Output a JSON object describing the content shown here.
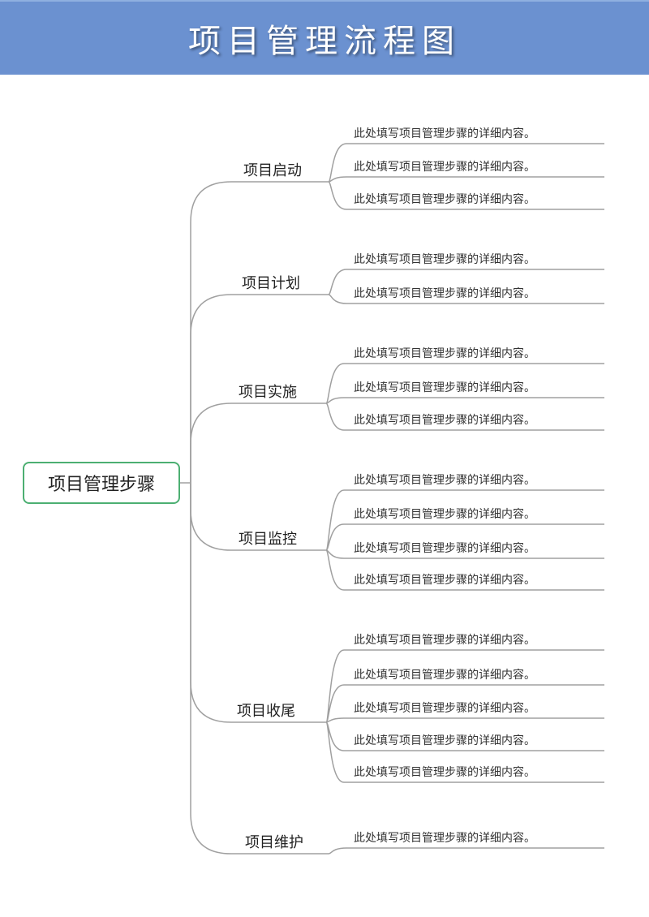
{
  "title": "项目管理流程图",
  "root": "项目管理步骤",
  "colors": {
    "header": "#6b91d0",
    "root_border": "#4caf72",
    "line": "#a0a0a0"
  },
  "branches": [
    {
      "label": "项目启动",
      "leaves": [
        "此处填写项目管理步骤的详细内容。",
        "此处填写项目管理步骤的详细内容。",
        "此处填写项目管理步骤的详细内容。"
      ]
    },
    {
      "label": "项目计划",
      "leaves": [
        "此处填写项目管理步骤的详细内容。",
        "此处填写项目管理步骤的详细内容。"
      ]
    },
    {
      "label": "项目实施",
      "leaves": [
        "此处填写项目管理步骤的详细内容。",
        "此处填写项目管理步骤的详细内容。",
        "此处填写项目管理步骤的详细内容。"
      ]
    },
    {
      "label": "项目监控",
      "leaves": [
        "此处填写项目管理步骤的详细内容。",
        "此处填写项目管理步骤的详细内容。",
        "此处填写项目管理步骤的详细内容。",
        "此处填写项目管理步骤的详细内容。"
      ]
    },
    {
      "label": "项目收尾",
      "leaves": [
        "此处填写项目管理步骤的详细内容。",
        "此处填写项目管理步骤的详细内容。",
        "此处填写项目管理步骤的详细内容。",
        "此处填写项目管理步骤的详细内容。",
        "此处填写项目管理步骤的详细内容。"
      ]
    },
    {
      "label": "项目维护",
      "leaves": [
        "此处填写项目管理步骤的详细内容。"
      ]
    }
  ]
}
